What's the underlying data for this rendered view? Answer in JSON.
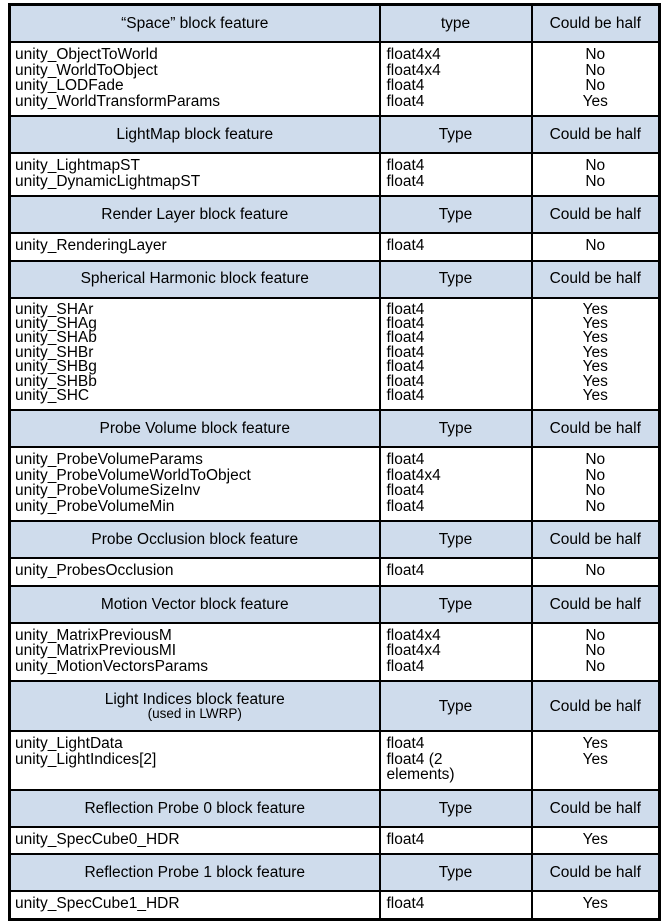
{
  "document": {
    "kind": "table",
    "columns": [
      "“Space” block feature",
      "type",
      "Could be half"
    ],
    "header_background": "#cfdcec",
    "body_background": "#ffffff",
    "border_color": "#000000"
  },
  "sections": [
    {
      "header": {
        "feature": "“Space” block feature",
        "feature_sub": "",
        "type": "type",
        "half": "Could be half"
      },
      "rows": {
        "features": [
          "unity_ObjectToWorld",
          "unity_WorldToObject",
          "unity_LODFade",
          "unity_WorldTransformParams"
        ],
        "types": [
          "float4x4",
          "float4x4",
          "float4",
          "float4"
        ],
        "halves": [
          "No",
          "No",
          "No",
          "Yes"
        ]
      }
    },
    {
      "header": {
        "feature": "LightMap block feature",
        "feature_sub": "",
        "type": "Type",
        "half": "Could be half"
      },
      "rows": {
        "features": [
          "unity_LightmapST",
          "unity_DynamicLightmapST"
        ],
        "types": [
          "float4",
          "float4"
        ],
        "halves": [
          "No",
          "No"
        ]
      }
    },
    {
      "header": {
        "feature": "Render Layer block feature",
        "feature_sub": "",
        "type": "Type",
        "half": "Could be half"
      },
      "rows": {
        "features": [
          "unity_RenderingLayer"
        ],
        "types": [
          "float4"
        ],
        "halves": [
          "No"
        ]
      }
    },
    {
      "header": {
        "feature": "Spherical Harmonic block feature",
        "feature_sub": "",
        "type": "Type",
        "half": "Could be half"
      },
      "rows": {
        "features": [
          "unity_SHAr",
          "unity_SHAg",
          "unity_SHAb",
          "unity_SHBr",
          "unity_SHBg",
          "unity_SHBb",
          "unity_SHC"
        ],
        "types": [
          "float4",
          "float4",
          "float4",
          "float4",
          "float4",
          "float4",
          "float4"
        ],
        "halves": [
          "Yes",
          "Yes",
          "Yes",
          "Yes",
          "Yes",
          "Yes",
          "Yes"
        ]
      }
    },
    {
      "header": {
        "feature": "Probe Volume block feature",
        "feature_sub": "",
        "type": "Type",
        "half": "Could be half"
      },
      "rows": {
        "features": [
          "unity_ProbeVolumeParams",
          "unity_ProbeVolumeWorldToObject",
          "unity_ProbeVolumeSizeInv",
          "unity_ProbeVolumeMin"
        ],
        "types": [
          "float4",
          "float4x4",
          "float4",
          "float4"
        ],
        "halves": [
          "No",
          "No",
          "No",
          "No"
        ]
      }
    },
    {
      "header": {
        "feature": "Probe Occlusion block feature",
        "feature_sub": "",
        "type": "Type",
        "half": "Could be half"
      },
      "rows": {
        "features": [
          "unity_ProbesOcclusion"
        ],
        "types": [
          "float4"
        ],
        "halves": [
          "No"
        ]
      }
    },
    {
      "header": {
        "feature": "Motion Vector block feature",
        "feature_sub": "",
        "type": "Type",
        "half": "Could be half"
      },
      "rows": {
        "features": [
          "unity_MatrixPreviousM",
          "unity_MatrixPreviousMI",
          "unity_MotionVectorsParams"
        ],
        "types": [
          "float4x4",
          "float4x4",
          "float4"
        ],
        "halves": [
          "No",
          "No",
          "No"
        ]
      }
    },
    {
      "header": {
        "feature": "Light Indices block feature",
        "feature_sub": "(used in LWRP)",
        "type": "Type",
        "half": "Could be half"
      },
      "rows": {
        "features": [
          "unity_LightData",
          "unity_LightIndices[2]"
        ],
        "types": [
          "float4",
          "float4 (2\nelements)"
        ],
        "halves": [
          "Yes",
          "Yes"
        ]
      }
    },
    {
      "header": {
        "feature": "Reflection Probe 0 block feature",
        "feature_sub": "",
        "type": "Type",
        "half": "Could be half"
      },
      "rows": {
        "features": [
          "unity_SpecCube0_HDR"
        ],
        "types": [
          "float4"
        ],
        "halves": [
          "Yes"
        ]
      }
    },
    {
      "header": {
        "feature": "Reflection Probe 1 block feature",
        "feature_sub": "",
        "type": "Type",
        "half": "Could be half"
      },
      "rows": {
        "features": [
          "unity_SpecCube1_HDR"
        ],
        "types": [
          "float4"
        ],
        "halves": [
          "Yes"
        ]
      }
    }
  ]
}
